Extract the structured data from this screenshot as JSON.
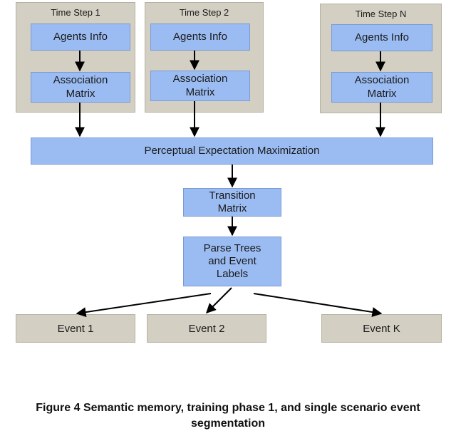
{
  "diagram": {
    "panels": [
      {
        "title": "Time Step 1",
        "agents_info": "Agents Info",
        "association_matrix": "Association\nMatrix"
      },
      {
        "title": "Time Step 2",
        "agents_info": "Agents Info",
        "association_matrix": "Association\nMatrix"
      },
      {
        "title": "Time Step N",
        "agents_info": "Agents Info",
        "association_matrix": "Association\nMatrix"
      }
    ],
    "pem": "Perceptual Expectation Maximization",
    "transition_matrix": "Transition\nMatrix",
    "parse_trees": "Parse Trees\nand Event\nLabels",
    "events": [
      "Event 1",
      "Event 2",
      "Event K"
    ]
  },
  "caption": "Figure 4 Semantic memory, training phase 1, and single scenario event\nsegmentation",
  "colors": {
    "panel": "#d3cfc3",
    "box": "#9bbcf2",
    "arrow": "#000000"
  }
}
